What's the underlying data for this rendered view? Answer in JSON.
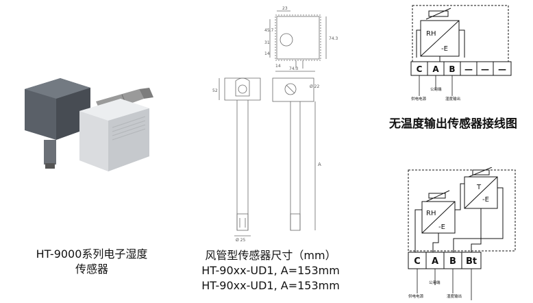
{
  "product": {
    "caption_line1": "HT-9000系列电子湿度",
    "caption_line2": "传感器"
  },
  "dimensions": {
    "caption_line1": "风管型传感器尺寸（mm）",
    "caption_line2": "HT-90xx-UD1, A=153mm",
    "caption_line3": "HT-90xx-UD1, A=153mm",
    "top_width": "23",
    "top_height_1": "45.7",
    "top_height_2": "31",
    "top_height_3": "14",
    "top_height_right": "74.3",
    "top_offset": "14",
    "mid_width": "74.3",
    "side_height": "52",
    "hole_diameter": "Ø 22",
    "length_label": "A",
    "probe_diameter": "Ø 25"
  },
  "wiring_no_temp": {
    "title": "无温度输出传感器接线图",
    "sensor_label": "RH",
    "ground_label": "-E",
    "terminals": [
      "C",
      "A",
      "B",
      "—",
      "—",
      "—"
    ],
    "labels": [
      "供电电源",
      "公用端",
      "湿度输出"
    ]
  },
  "wiring_with_temp": {
    "rh_label": "RH",
    "t_label": "T",
    "ground_label": "-E",
    "terminals": [
      "C",
      "A",
      "B",
      "Bt"
    ],
    "labels": [
      "供电电源",
      "公用端",
      "湿度输出"
    ]
  }
}
